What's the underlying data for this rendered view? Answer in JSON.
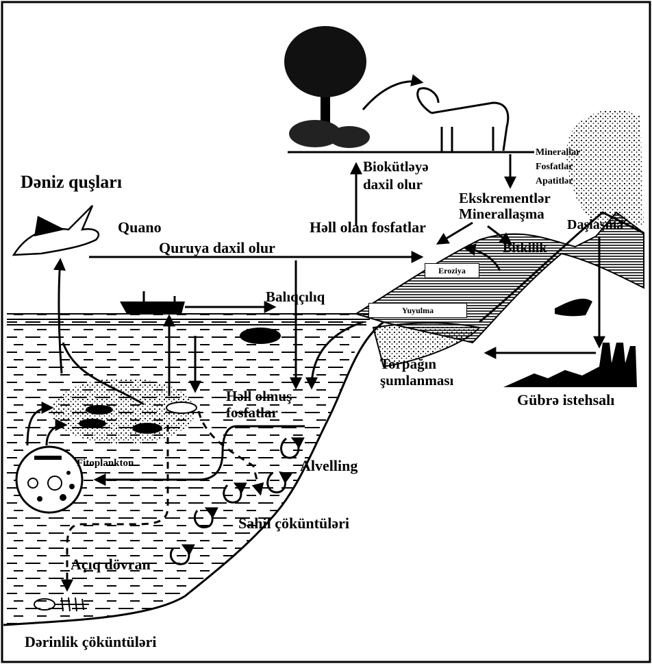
{
  "labels": {
    "sea_birds": "Dəniz quşları",
    "guano": "Quano",
    "to_land": "Quruya daxil olur",
    "soluble_phosphates": "Həll olan fosfatlar",
    "biomass_line1": "Biokütləyə",
    "biomass_line2": "daxil olur",
    "minerals": "Minerallar",
    "phosphates": "Fosfatlar",
    "apatites": "Apatitlər",
    "excrements": "Ekskrementlər",
    "mineralization": "Minerallaşma",
    "weathering": "Daşlaşma",
    "vegetation": "Bitkilik",
    "erosion": "Eroziya",
    "fishing": "Balıqçılıq",
    "washing": "Yuyulma",
    "soil_line1": "Torpağın",
    "soil_line2": "şumlanması",
    "fertilizer": "Gübrə istehsalı",
    "dissolved_line1": "Həll olmuş",
    "dissolved_line2": "fosfatlar",
    "phytoplankton": "Fitoplankton",
    "upwelling": "Alvelling",
    "coastal_sediments": "Sahil çöküntüləri",
    "open_cycle": "Açıq dövran",
    "deep_sediments": "Dərinlik çöküntüləri"
  }
}
